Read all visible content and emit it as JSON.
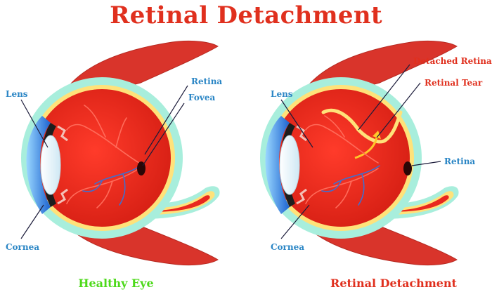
{
  "title": "Retinal Detachment",
  "healthy_eye": {
    "caption": "Healthy Eye",
    "labels": {
      "lens": "Lens",
      "cornea": "Cornea",
      "retina": "Retina",
      "fovea": "Fovea"
    }
  },
  "detached_eye": {
    "caption": "Retinal Detachment",
    "labels": {
      "lens": "Lens",
      "cornea": "Cornea",
      "retina": "Retina",
      "detached_retina": "Detached Retina",
      "retinal_tear": "Retinal Tear"
    }
  },
  "colors": {
    "title": "#e0301e",
    "label_blue": "#2b86c5",
    "label_red": "#e0301e",
    "caption_green": "#4dd91a",
    "eyeball": "#e8281e",
    "sclera_outline": "#a8eedc",
    "retina_layer": "#ffe27a",
    "cornea": "#1f6fd6",
    "muscle": "#d9342b"
  }
}
